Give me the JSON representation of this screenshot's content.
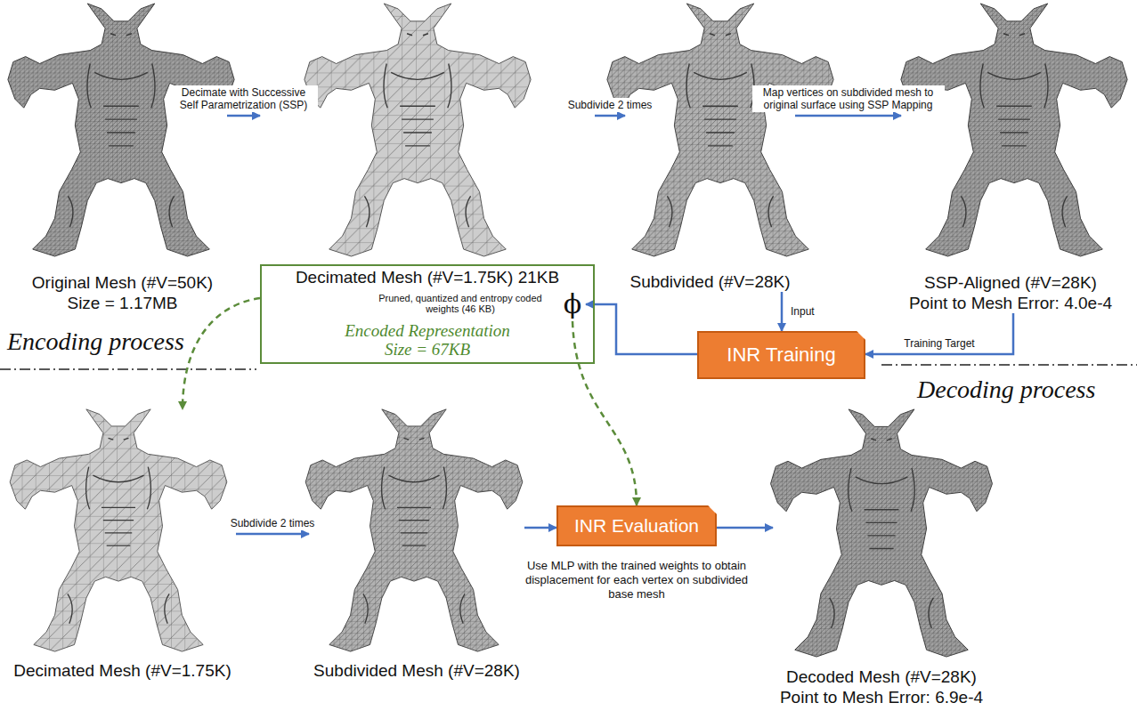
{
  "diagram": {
    "nodes": [
      {
        "text": [
          "Original Mesh (#V=50K)",
          "Size = 1.17MB"
        ]
      },
      {
        "text": [
          "Decimated Mesh (#V=1.75K) 21KB",
          "Pruned, quantized and entropy coded weights (46 KB)",
          "Encoded Representation Size = 67KB"
        ]
      },
      {
        "text": [
          "ϕ"
        ],
        "in": 1
      },
      {
        "text": [
          "Subdivided (#V=28K)"
        ]
      },
      {
        "text": [
          "SSP-Aligned (#V=28K)",
          "Point to Mesh Error: 4.0e-4"
        ]
      },
      {
        "text": [
          "INR Training"
        ]
      },
      {
        "text": [
          "Decimated Mesh (#V=1.75K)"
        ]
      },
      {
        "text": [
          "Subdivided Mesh (#V=28K)"
        ]
      },
      {
        "text": [
          "INR Evaluation"
        ]
      },
      {
        "text": [
          "Decoded Mesh (#V=28K)",
          "Point to Mesh Error: 6.9e-4"
        ]
      }
    ],
    "edges": [
      {
        "from": 0,
        "to": 1,
        "label": "Decimate with Successive Self Parametrization (SSP)",
        "arrow": "to"
      },
      {
        "from": 1,
        "to": 3,
        "label": "Subdivide 2 times",
        "arrow": "to"
      },
      {
        "from": 3,
        "to": 4,
        "label": "Map vertices on subdivided mesh to original surface using SSP Mapping",
        "arrow": "to"
      },
      {
        "from": 3,
        "to": 5,
        "label": "Input",
        "arrow": "to"
      },
      {
        "from": 4,
        "to": 5,
        "label": "Training Target",
        "arrow": "to"
      },
      {
        "from": 5,
        "to": 2,
        "arrow": "to"
      },
      {
        "from": 1,
        "to": 6,
        "arrow": "to"
      },
      {
        "from": 2,
        "to": 8,
        "arrow": "to"
      },
      {
        "from": 6,
        "to": 7,
        "label": "Subdivide 2 times",
        "arrow": "to"
      },
      {
        "from": 7,
        "to": 8,
        "arrow": "to"
      },
      {
        "from": 8,
        "to": 9,
        "arrow": "to"
      }
    ],
    "labels": [
      "Encoding process",
      "Decoding process",
      "Use MLP with the trained weights to obtain displacement for each vertex on subdivided base mesh"
    ]
  }
}
